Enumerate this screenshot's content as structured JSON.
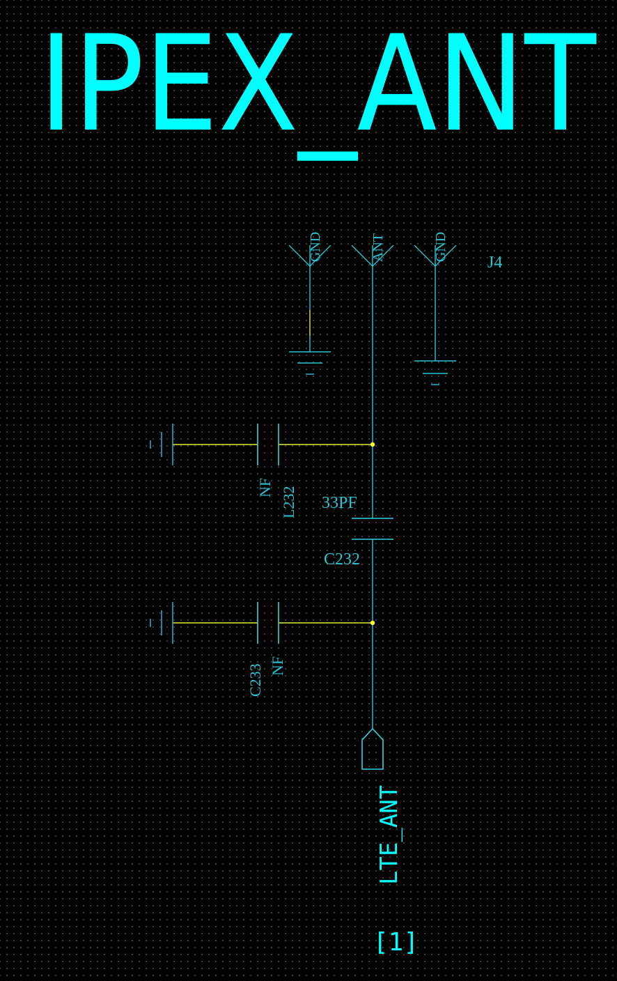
{
  "title": "IPEX_ANT",
  "connector": {
    "ref": "J4",
    "pins": [
      "GND",
      "ANT",
      "GND"
    ]
  },
  "components": {
    "l232": {
      "ref": "L232",
      "value": "NF"
    },
    "c232": {
      "ref": "C232",
      "value": "33PF"
    },
    "c233": {
      "ref": "C233",
      "value": "NF"
    }
  },
  "port": {
    "net": "LTE_ANT",
    "page_ref": "[1]"
  },
  "colors": {
    "background": "#000000",
    "grid_dot": "#4a4a4a",
    "wire": "#27c5d6",
    "highlight_wire": "#e8e83a",
    "junction": "#ffff33",
    "text": "#00ffff"
  }
}
